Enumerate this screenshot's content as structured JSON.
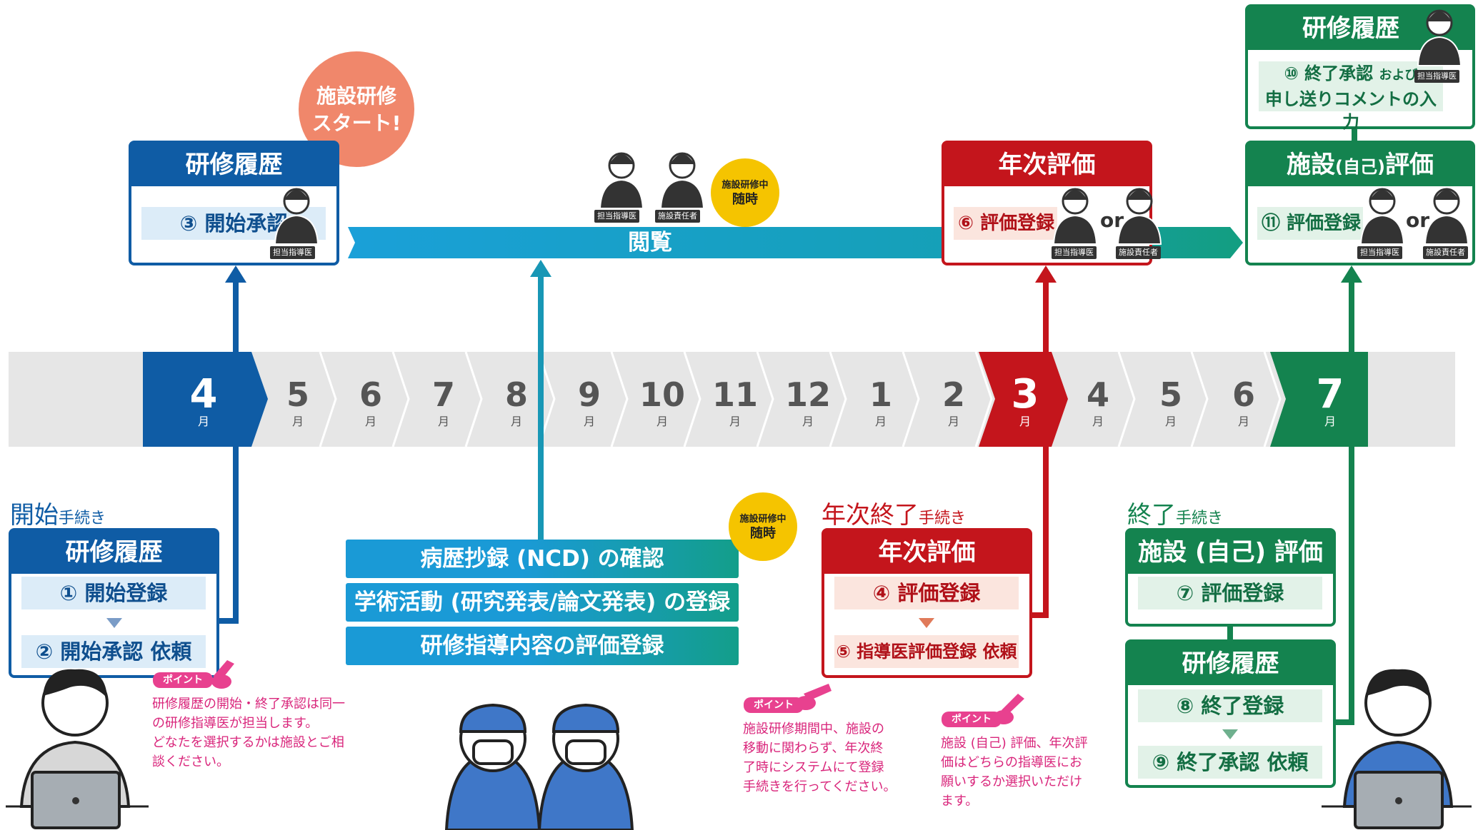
{
  "colors": {
    "blue": "#0f5ca5",
    "teal": "#1aa0c5",
    "red": "#c4151c",
    "green": "#14834f",
    "pink": "#e8418f",
    "yellow": "#f5c400",
    "salmon": "#f0876b",
    "grey": "#e6e6e6"
  },
  "start_badge": {
    "line1": "施設研修",
    "line2": "スタート!"
  },
  "top": {
    "rireki_start": {
      "title": "研修履歴",
      "item": "③ 開始承認",
      "role": "担当指導医"
    },
    "browse": {
      "label": "閲覧",
      "role1": "担当指導医",
      "role2": "施設責任者",
      "badge_line1": "施設研修中",
      "badge_line2": "随時"
    },
    "annual": {
      "title": "年次評価",
      "item": "⑥ 評価登録",
      "role1": "担当指導医",
      "or": "or",
      "role2": "施設責任者"
    },
    "rireki_end": {
      "title": "研修履歴",
      "item_line1_a": "⑩ 終了承認",
      "item_line1_b": "および",
      "item_line2": "申し送りコメントの入力",
      "role": "担当指導医"
    },
    "facility_eval": {
      "title_a": "施設",
      "title_b": "(自己)",
      "title_c": "評価",
      "item": "⑪ 評価登録",
      "role1": "担当指導医",
      "or": "or",
      "role2": "施設責任者"
    }
  },
  "timeline": {
    "months": [
      {
        "n": "4",
        "u": "月",
        "hl": "blue"
      },
      {
        "n": "5",
        "u": "月"
      },
      {
        "n": "6",
        "u": "月"
      },
      {
        "n": "7",
        "u": "月"
      },
      {
        "n": "8",
        "u": "月"
      },
      {
        "n": "9",
        "u": "月"
      },
      {
        "n": "10",
        "u": "月"
      },
      {
        "n": "11",
        "u": "月"
      },
      {
        "n": "12",
        "u": "月"
      },
      {
        "n": "1",
        "u": "月"
      },
      {
        "n": "2",
        "u": "月"
      },
      {
        "n": "3",
        "u": "月",
        "hl": "red"
      },
      {
        "n": "4",
        "u": "月"
      },
      {
        "n": "5",
        "u": "月"
      },
      {
        "n": "6",
        "u": "月"
      },
      {
        "n": "7",
        "u": "月",
        "hl": "green"
      }
    ]
  },
  "bottom": {
    "start": {
      "label": "開始",
      "label_small": "手続き",
      "title": "研修履歴",
      "item1": "① 開始登録",
      "item2": "② 開始承認 依頼"
    },
    "point_tag": "ポイント",
    "point1": [
      "研修履歴の開始・終了承認は同一",
      "の研修指導医が担当します。",
      "どなたを選択するかは施設とご相",
      "談ください。"
    ],
    "middle": {
      "row1": "病歴抄録 (NCD) の確認",
      "row2": "学術活動 (研究発表/論文発表) の登録",
      "row3": "研修指導内容の評価登録",
      "badge_line1": "施設研修中",
      "badge_line2": "随時"
    },
    "annual_end": {
      "label": "年次終了",
      "label_small": "手続き",
      "title": "年次評価",
      "item1": "④ 評価登録",
      "item2": "⑤ 指導医評価登録 依頼"
    },
    "point2": [
      "施設研修期間中、施設の",
      "移動に関わらず、年次終",
      "了時にシステムにて登録",
      "手続きを行ってください。"
    ],
    "point3": [
      "施設 (自己) 評価、年次評",
      "価はどちらの指導医にお",
      "願いするか選択いただけ",
      "ます。"
    ],
    "end": {
      "label": "終了",
      "label_small": "手続き",
      "title1": "施設 (自己) 評価",
      "item1": "⑦ 評価登録",
      "title2": "研修履歴",
      "item2": "⑧ 終了登録",
      "item3": "⑨ 終了承認 依頼"
    }
  }
}
